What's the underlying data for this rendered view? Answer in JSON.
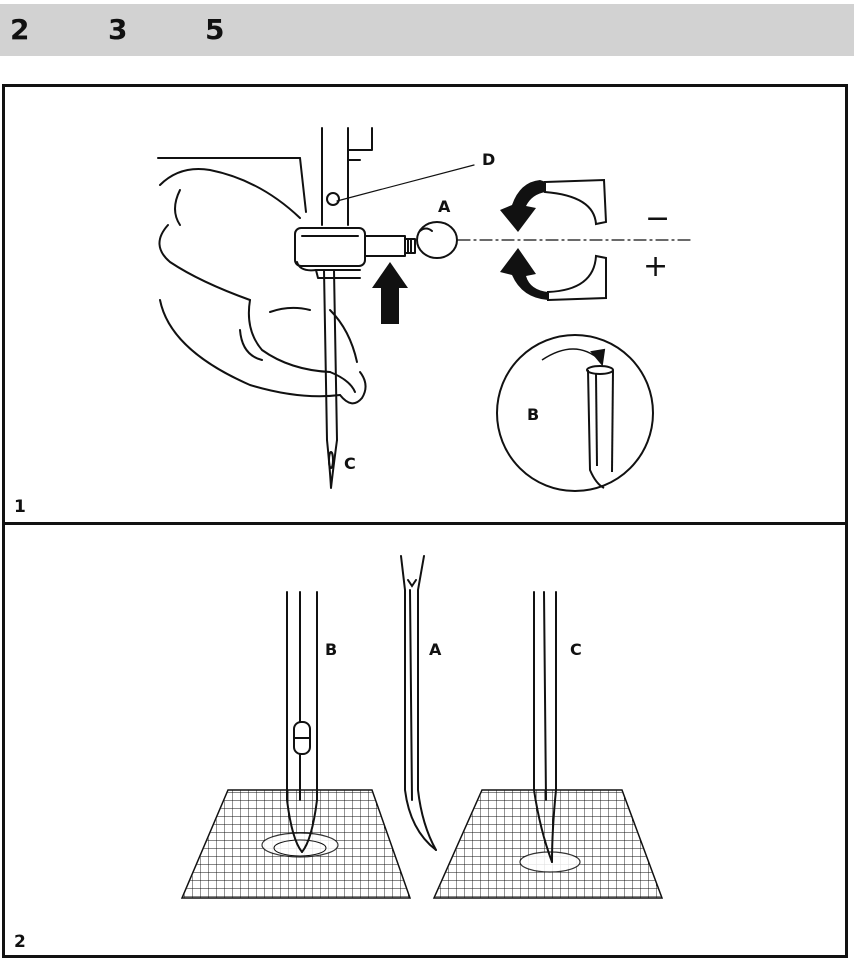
{
  "header": {
    "numbers": [
      "2",
      "3",
      "5"
    ]
  },
  "panel1": {
    "number": "1",
    "labels": {
      "a": "A",
      "b": "B",
      "c": "C",
      "d": "D"
    },
    "symbols": {
      "minus": "−",
      "plus": "+"
    }
  },
  "panel2": {
    "number": "2",
    "labels": {
      "b": "B",
      "a": "A",
      "c": "C"
    }
  },
  "colors": {
    "ink": "#111111",
    "header_bg": "#d2d2d2"
  }
}
